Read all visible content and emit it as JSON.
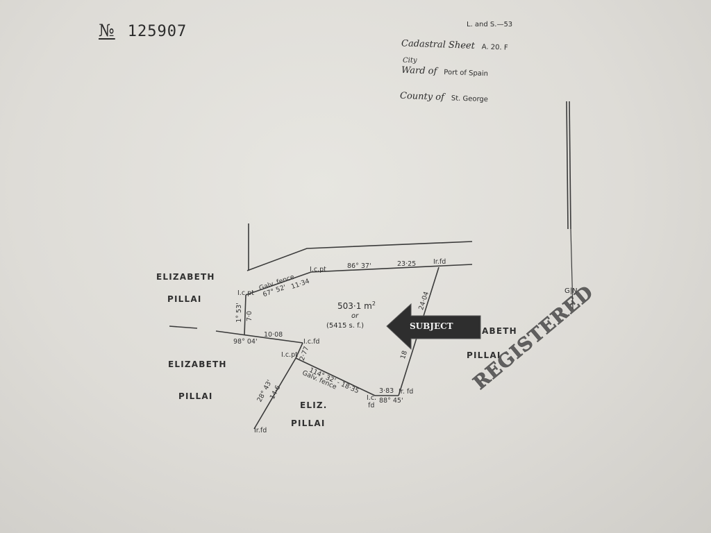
{
  "document": {
    "number_symbol": "№",
    "number": "125907",
    "form_ref": "L. and S.—53",
    "cadastral_label": "Cadastral Sheet",
    "cadastral_value": "A. 20. F",
    "city_label": "City",
    "ward_label": "Ward of",
    "ward_value": "Port of Spain",
    "county_label": "County of",
    "county_value": "St. George"
  },
  "plan": {
    "owners": [
      "ELIZABETH",
      "PILLAI",
      "ELIZABETH",
      "PILLAI",
      "ELIZ.",
      "PILLAI",
      "ABETH",
      "PILLAI"
    ],
    "area": {
      "sqm": "503·1 m",
      "sqm_exp": "2",
      "or": "or",
      "sqft": "(5415 s. f.)"
    },
    "measurements": {
      "m1": "I.c.pt",
      "m2": "86° 37'",
      "m3": "23·25",
      "m4": "Ir.fd",
      "m5": "Galv. fence",
      "m6": "67° 52'",
      "m7": "11·34",
      "m8": "I.c.pt",
      "m9": "1° 53'",
      "m10": "7·0",
      "m11": "24·04",
      "m12": "10·08",
      "m13": "98° 04'",
      "m14": "I.c.fd",
      "m15": "I.c.pt",
      "m16": "2·77",
      "m17": "114° 32' - 18·35",
      "m18": "Galv. fence",
      "m19": "18",
      "m20": "28° 43'",
      "m21": "14·6",
      "m22": "3·83",
      "m23": "Ir. fd",
      "m24": "I.c.",
      "m25": "fd",
      "m26": "88° 45'",
      "m27": "Ir.fd"
    },
    "north_label": "G|N"
  },
  "subject_label": "SUBJECT",
  "stamp_text": "REGISTERED",
  "colors": {
    "paper": "#e3e1dc",
    "ink": "#2b2b2b",
    "arrow": "#2e2e2e"
  }
}
